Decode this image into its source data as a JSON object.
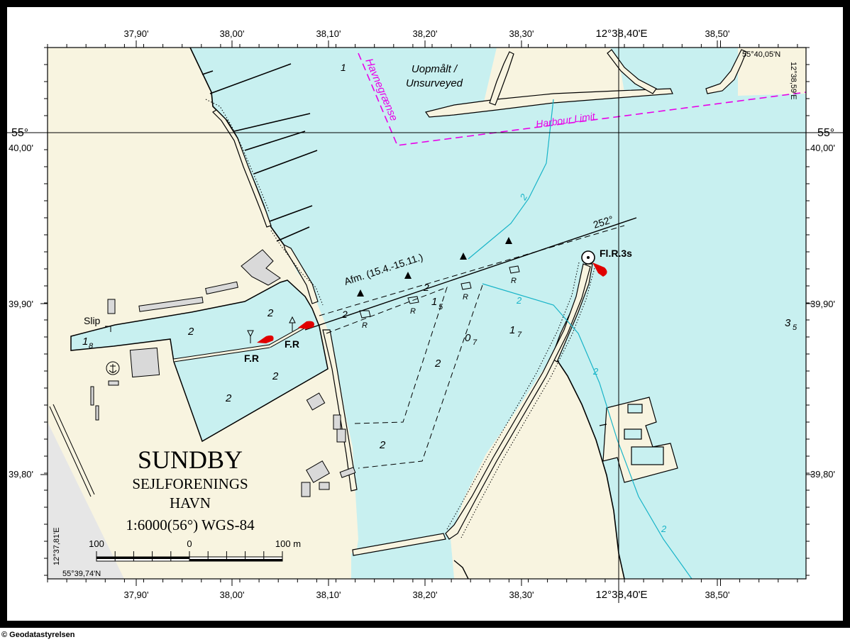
{
  "chart": {
    "title": "SUNDBY",
    "subtitle_1": "SEJLFORENINGS",
    "subtitle_2": "HAVN",
    "scale_text": "1:6000(56°) WGS-84",
    "copyright": "© Geodatastyrelsen"
  },
  "longitude_ticks": [
    "37,90'",
    "38,00'",
    "38,10'",
    "38,20'",
    "38,30'",
    "12°38,40'E",
    "38,50'"
  ],
  "latitude_ticks": {
    "lat_55": "55°",
    "lat_4000": "40,00'",
    "lat_3990": "39,90'",
    "lat_3980": "39,80'"
  },
  "corners": {
    "ne_lat": "55°40,05'N",
    "ne_lon": "12°38,59'E",
    "sw_lat": "55°39,74'N",
    "sw_lon": "12°37,81'E"
  },
  "scale_bar": {
    "label_left": "100",
    "label_mid": "0",
    "label_right": "100 m"
  },
  "labels": {
    "unsurveyed_1": "Uopmålt /",
    "unsurveyed_2": "Unsurveyed",
    "harbour_limit_dk": "Havnegrænse",
    "harbour_limit_en": "Harbour Limit",
    "bearing": "252°",
    "marking_period": "Afm. (15.4.-15.11.)",
    "light_main": "Fl.R.3s",
    "light_fr_1": "F.R",
    "light_fr_2": "F.R",
    "slip": "Slip",
    "buoy_r": "R"
  },
  "depths": {
    "d_1": "1",
    "d_2": "2",
    "d_1_8_main": "1",
    "d_1_8_sub": "8",
    "d_1_5_main": "1",
    "d_1_5_sub": "5",
    "d_0_7_main": "0",
    "d_0_7_sub": "7",
    "d_1_7_main": "1",
    "d_1_7_sub": "7",
    "d_3_5_main": "3",
    "d_3_5_sub": "5"
  },
  "colors": {
    "water": "#c8f0f0",
    "land": "#f8f4e0",
    "shore": "#ede5bf",
    "harbour_limit": "#e800e8",
    "depth_contour": "#18b4c8",
    "light_flare": "#e00000",
    "frame": "#000000",
    "corner_shade": "#e6e6e6"
  }
}
